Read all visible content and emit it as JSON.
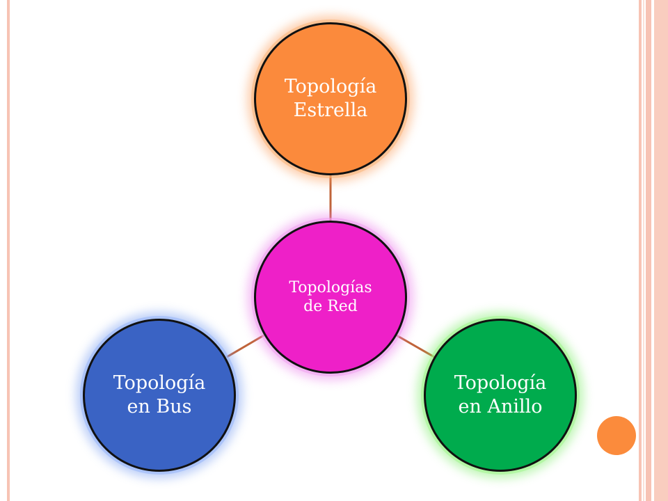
{
  "diagram": {
    "center": {
      "line1": "Topologías",
      "line2": "de Red",
      "color": "#ee20c8"
    },
    "nodes": [
      {
        "line1": "Topología",
        "line2": "Estrella",
        "color": "#fb8a3c"
      },
      {
        "line1": "Topología",
        "line2": "en Anillo",
        "color": "#00ab4d"
      },
      {
        "line1": "Topología",
        "line2": "en Bus",
        "color": "#3a63c4"
      }
    ],
    "connector_color": "#c0643a",
    "outline_color": "#111111"
  },
  "slide": {
    "frame_color": "#f7c3b4",
    "accent_dot_color": "#fb8b3c"
  }
}
